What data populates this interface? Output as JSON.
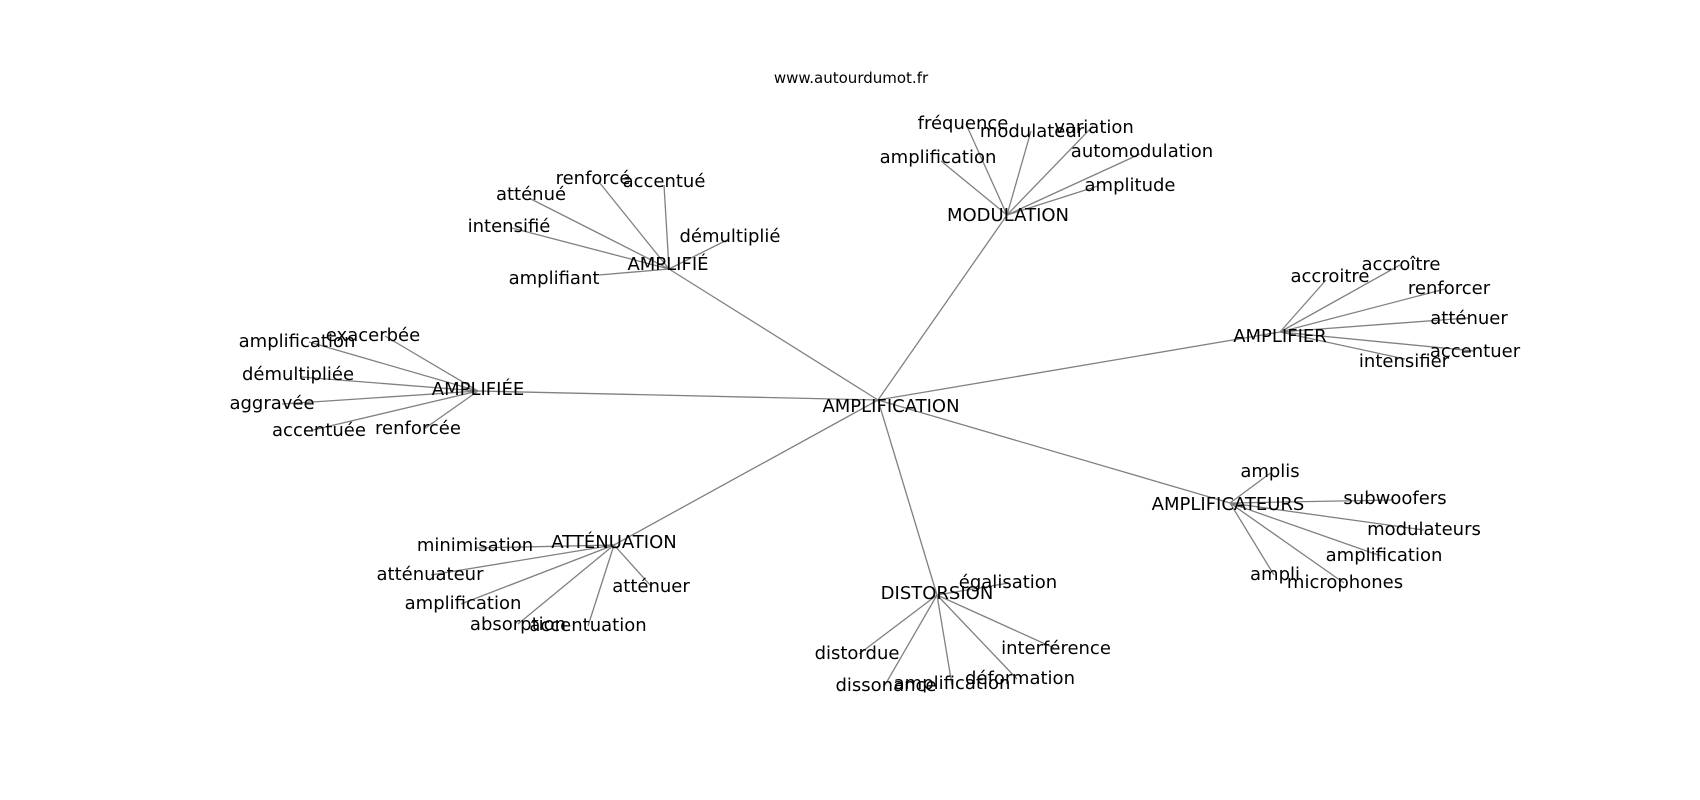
{
  "source": "www.autourdumot.fr",
  "colors": {
    "edge": "#808080",
    "text": "#000000",
    "background": "#ffffff"
  },
  "graph": {
    "center": "AMPLIFICATION",
    "clusters": [
      {
        "label": "AMPLIFIÉ",
        "children": [
          "renforcé",
          "accentué",
          "atténué",
          "intensifié",
          "démultiplié",
          "amplifiant"
        ]
      },
      {
        "label": "MODULATION",
        "children": [
          "fréquence",
          "modulateur",
          "variation",
          "amplification",
          "automodulation",
          "amplitude"
        ]
      },
      {
        "label": "AMPLIFIER",
        "children": [
          "accroître",
          "accroitre",
          "renforcer",
          "atténuer",
          "accentuer",
          "intensifier"
        ]
      },
      {
        "label": "AMPLIFIÉE",
        "children": [
          "exacerbée",
          "amplification",
          "démultipliée",
          "aggravée",
          "accentuée",
          "renforcée"
        ]
      },
      {
        "label": "AMPLIFICATEURS",
        "children": [
          "amplis",
          "subwoofers",
          "modulateurs",
          "amplification",
          "ampli",
          "microphones"
        ]
      },
      {
        "label": "ATTÉNUATION",
        "children": [
          "minimisation",
          "atténuateur",
          "amplification",
          "absorption",
          "accentuation",
          "atténuer"
        ]
      },
      {
        "label": "DISTORSION",
        "children": [
          "égalisation",
          "distordue",
          "interférence",
          "dissonance",
          "amplification",
          "déformation"
        ]
      }
    ]
  }
}
